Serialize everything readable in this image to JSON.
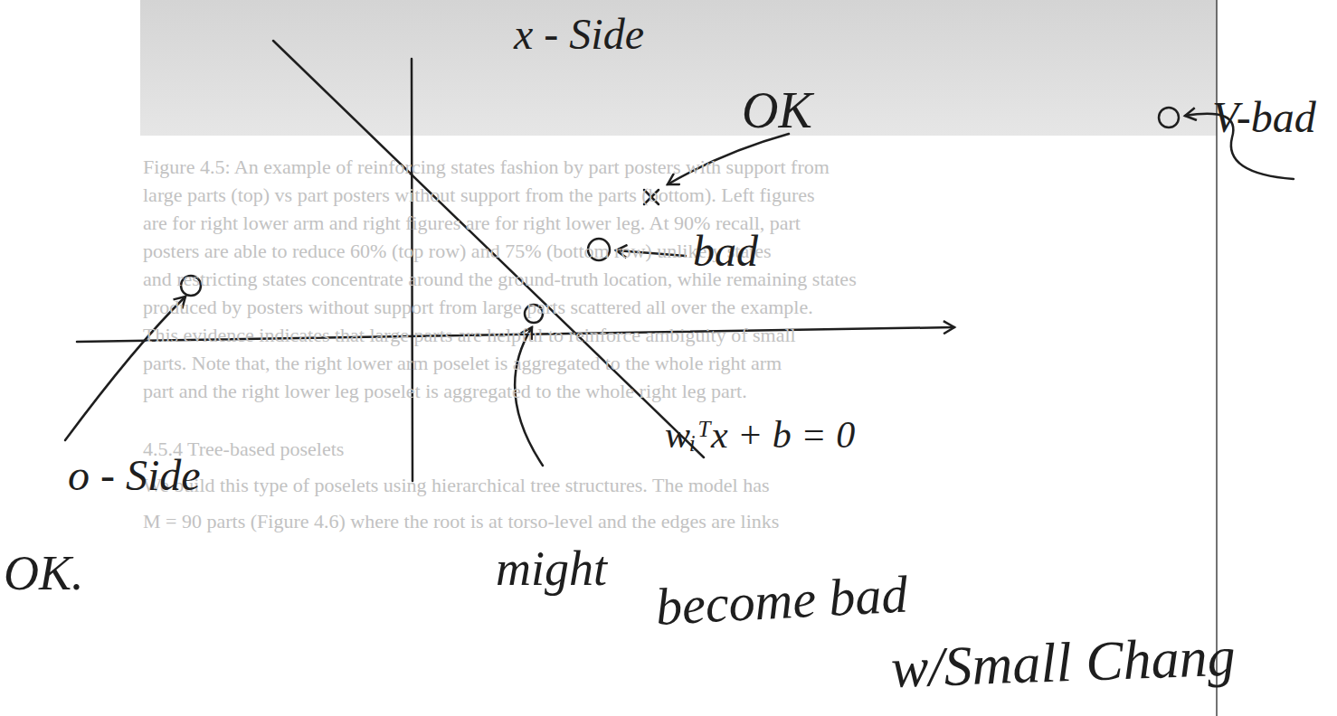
{
  "diagram": {
    "labels": [
      "Figure 4.5: An example of reinforcing states fashion by part posters with support from",
      "large parts (top) vs part posters without support from the parts (bottom). Left figures",
      "are for right lower arm and right figures are for right lower leg. At 90% recall, part",
      "posters are able to reduce 60% (top row) and 75% (bottom row) unlikely states",
      "and restricting states concentrate around the ground-truth location, while remaining states",
      "produced by posters without support from large parts scattered all over the example.",
      "This evidence indicates that large parts are helpful to reinforce ambiguity of small",
      "parts. Note that, the right lower arm poselet is aggregated to the whole right arm",
      "part and the right lower leg poselet is aggregated to the whole right leg part.",
      "4.5.4   Tree-based poselets",
      "We build this type of poselets using hierarchical tree structures. The model has",
      "M = 90 parts (Figure 4.6) where the root is at torso-level and the edges are links",
      "x - Side",
      "OK",
      "V-bad",
      "bad",
      "o - Side",
      "wᵢᵀx + b = 0",
      "OK.",
      "might",
      "become bad",
      "w/Small Chang"
    ]
  }
}
